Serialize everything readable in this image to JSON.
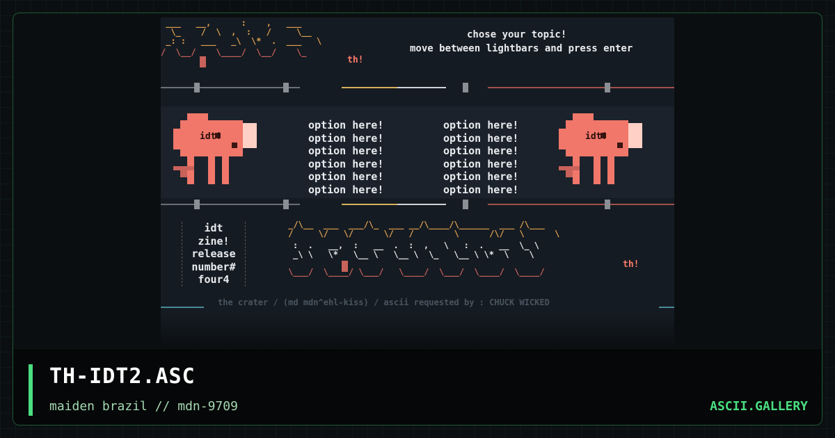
{
  "art": {
    "header_line1": "chose your topic!",
    "header_line2": "move between lightbars and press enter",
    "tag_top": "th!",
    "tag_bottom": "th!",
    "blob_left_label": "idt!",
    "blob_right_label": "idt!",
    "options_col1": [
      "option here!",
      "option here!",
      "option here!",
      "option here!",
      "option here!",
      "option here!"
    ],
    "options_col2": [
      "option here!",
      "option here!",
      "option here!",
      "option here!",
      "option here!",
      "option here!"
    ],
    "release_lines": [
      "idt",
      "zine!",
      "release",
      "number#",
      "four4"
    ],
    "credits": "the crater / (md mdn^ehl-kiss) / ascii requested by : CHUCK WICKED"
  },
  "footer": {
    "title": "TH-IDT2.ASC",
    "subtitle": "maiden brazil // mdn-9709",
    "brand": "ASCII.GALLERY"
  },
  "colors": {
    "accent": "#4ade80",
    "blob": "#f0776a",
    "ascii_orange": "#e0a050",
    "ascii_red": "#c9625a",
    "ascii_white": "#e9ecef"
  }
}
